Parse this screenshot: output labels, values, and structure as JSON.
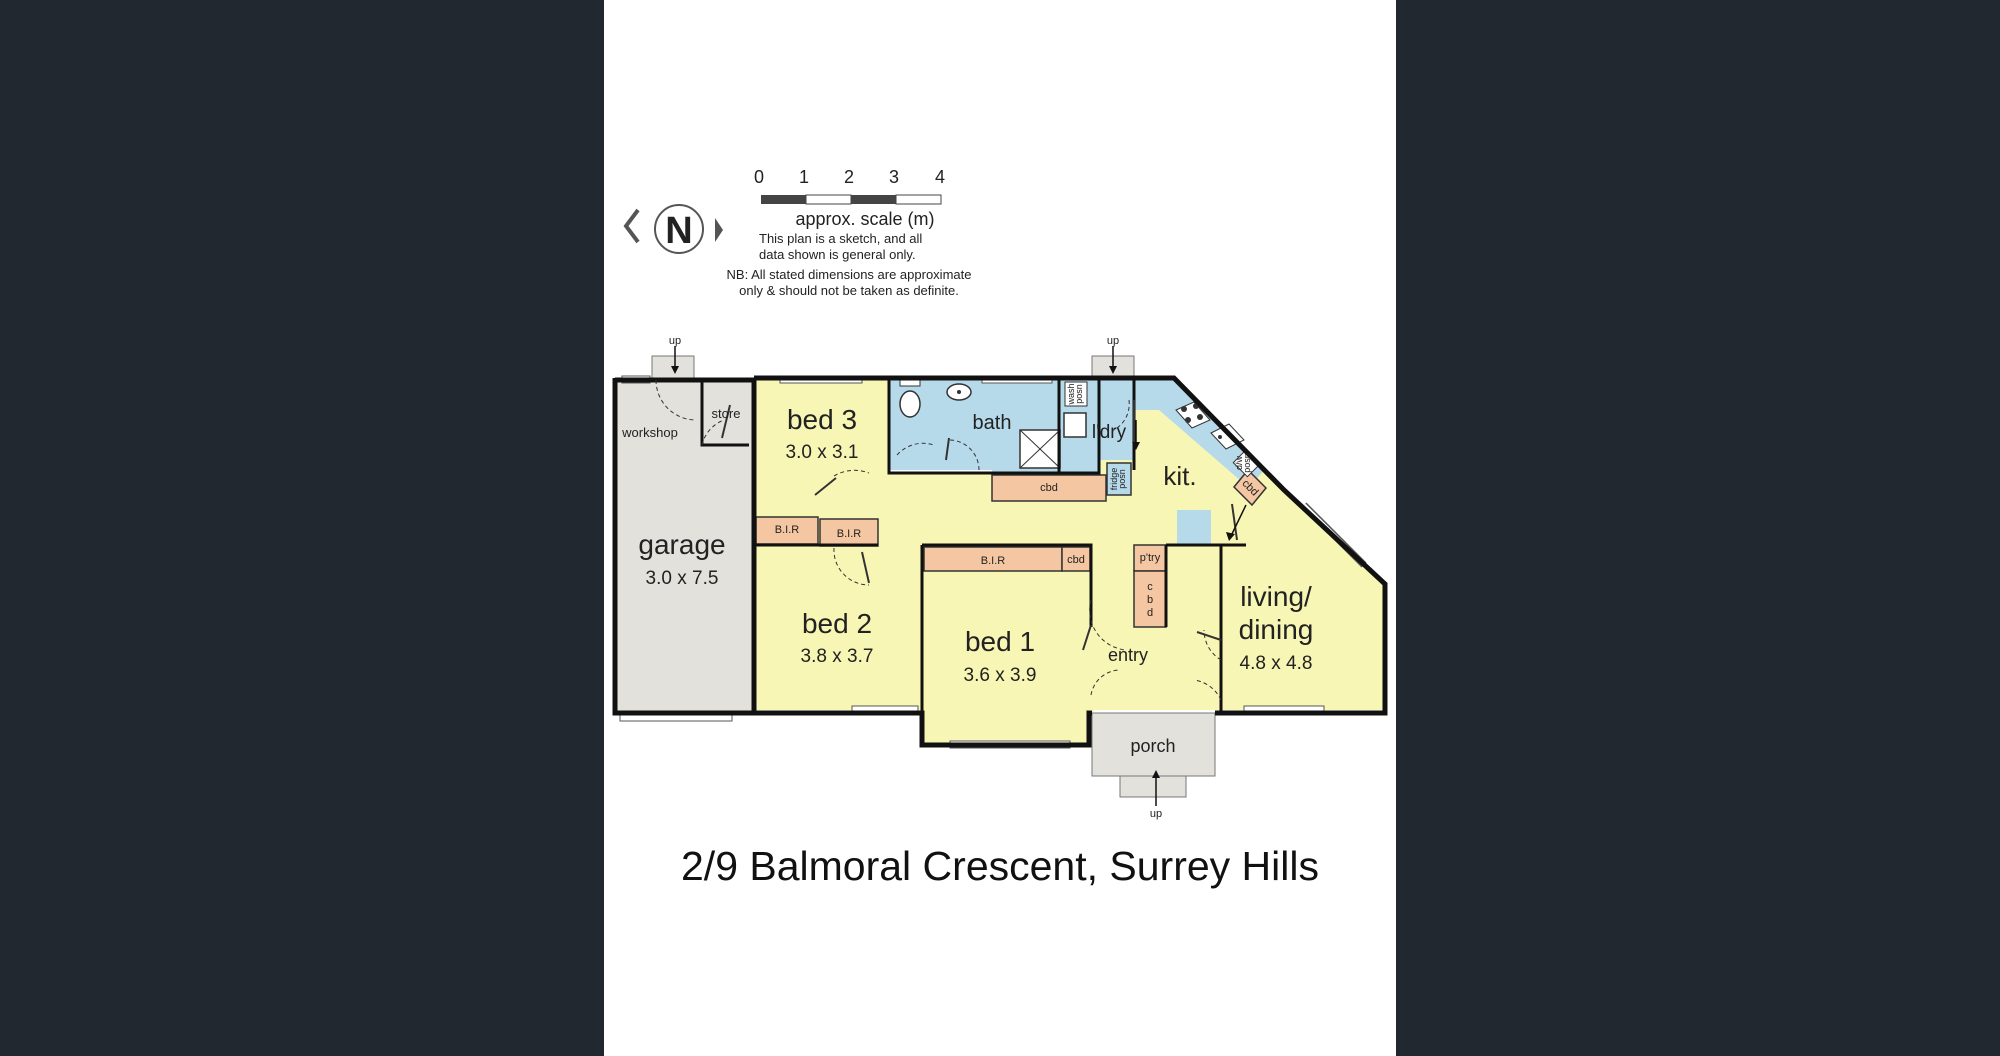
{
  "address": "2/9 Balmoral Crescent, Surrey Hills",
  "compass": {
    "letter": "N"
  },
  "scale": {
    "ticks": [
      "0",
      "1",
      "2",
      "3",
      "4"
    ],
    "caption": "approx. scale (m)",
    "note_line1": "This plan is a sketch, and all",
    "note_line2": "data shown is general only.",
    "nb_line1": "NB: All stated dimensions are approximate",
    "nb_line2": "only & should not be taken as definite."
  },
  "rooms": {
    "garage": {
      "name": "garage",
      "dim": "3.0 x 7.5"
    },
    "workshop": {
      "name": "workshop"
    },
    "store": {
      "name": "store"
    },
    "bed3": {
      "name": "bed 3",
      "dim": "3.0 x 3.1"
    },
    "bed2": {
      "name": "bed 2",
      "dim": "3.8 x 3.7"
    },
    "bed1": {
      "name": "bed 1",
      "dim": "3.6 x 3.9"
    },
    "bath": {
      "name": "bath"
    },
    "laundry": {
      "name": "l'dry"
    },
    "kitchen": {
      "name": "kit."
    },
    "living": {
      "name_line1": "living/",
      "name_line2": "dining",
      "dim": "4.8 x 4.8"
    },
    "entry": {
      "name": "entry"
    },
    "porch": {
      "name": "porch"
    }
  },
  "fixtures": {
    "bir": "B.I.R",
    "cbd": "cbd",
    "pantry": "p'try",
    "cbd_v1": "c",
    "cbd_v2": "b",
    "cbd_v3": "d",
    "fridge1": "fridge",
    "fridge2": "posn",
    "wash1": "wash",
    "wash2": "posn",
    "dw1": "d/w",
    "dw2": "posn",
    "up": "up"
  },
  "colors": {
    "background": "#212830",
    "room_yellow": "#f8f6b4",
    "wet_blue": "#b7daea",
    "garage_grey": "#e2e1dc",
    "cupboard": "#f4c7a2"
  }
}
